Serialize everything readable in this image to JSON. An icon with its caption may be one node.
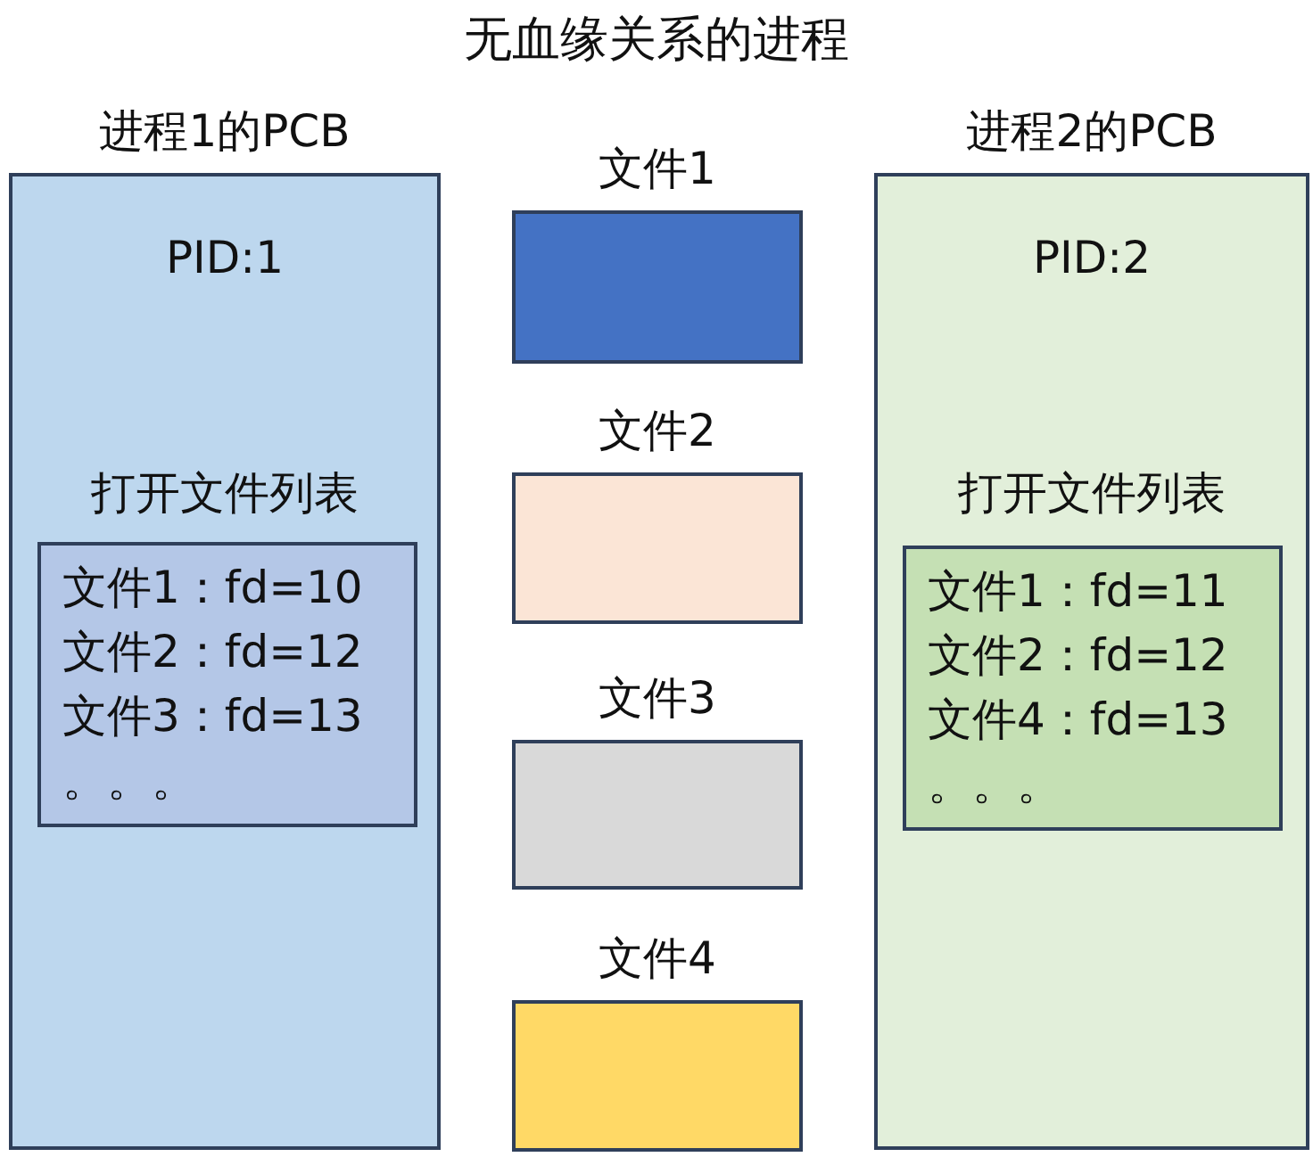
{
  "diagram": {
    "title": "无血缘关系的进程",
    "nodes": [
      {
        "text": [
          "进程1的PCB",
          "PID:1",
          "打开文件列表"
        ]
      },
      {
        "text": [
          "文件1：fd=10",
          "文件2：fd=12",
          "文件3：fd=13",
          "。。。"
        ],
        "in": 0
      },
      {
        "text": [
          "文件1"
        ]
      },
      {
        "text": [
          "文件2"
        ]
      },
      {
        "text": [
          "文件3"
        ]
      },
      {
        "text": [
          "文件4"
        ]
      },
      {
        "text": [
          "进程2的PCB",
          "PID:2",
          "打开文件列表"
        ]
      },
      {
        "text": [
          "文件1：fd=11",
          "文件2：fd=12",
          "文件4：fd=13",
          "。。。"
        ],
        "in": 6
      }
    ],
    "edges": []
  }
}
